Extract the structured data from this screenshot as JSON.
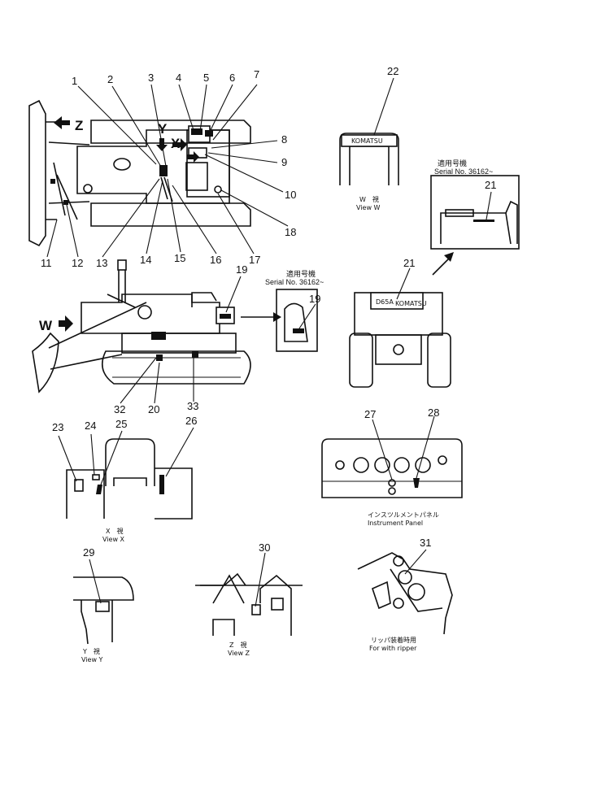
{
  "callouts": {
    "n1": "1",
    "n2": "2",
    "n3": "3",
    "n4": "4",
    "n5": "5",
    "n6": "6",
    "n7": "7",
    "n8": "8",
    "n9": "9",
    "n10": "10",
    "n11": "11",
    "n12": "12",
    "n13": "13",
    "n14": "14",
    "n15": "15",
    "n16": "16",
    "n17": "17",
    "n18": "18",
    "n19": "19",
    "n19b": "19",
    "n20": "20",
    "n21": "21",
    "n21b": "21",
    "n22": "22",
    "n23": "23",
    "n24": "24",
    "n25": "25",
    "n26": "26",
    "n27": "27",
    "n28": "28",
    "n29": "29",
    "n30": "30",
    "n31": "31",
    "n32": "32",
    "n33": "33"
  },
  "view_letters": {
    "z": "Z",
    "y": "Y",
    "x": "X",
    "w": "W"
  },
  "captions": {
    "view_w_jp": "W　視",
    "view_w": "View W",
    "view_x_jp": "X　視",
    "view_x": "View X",
    "view_y_jp": "Y　視",
    "view_y": "View Y",
    "view_z_jp": "Z　視",
    "view_z": "View Z",
    "instrument_jp": "インスツルメントパネル",
    "instrument": "Instrument  Panel",
    "ripper_jp": "リッパ装着時用",
    "ripper": "For with ripper",
    "serial_jp_1": "適用号機",
    "serial_1": "Serial  No.  36162~",
    "serial_jp_2": "適用号機",
    "serial_2": "Serial  No.  36162~"
  },
  "decal_texts": {
    "komatsu_w": "KOMATSU",
    "komatsu_rear": "KOMATSU",
    "model_rear": "D65A"
  },
  "colors": {
    "ink": "#111111",
    "paper": "#ffffff"
  }
}
